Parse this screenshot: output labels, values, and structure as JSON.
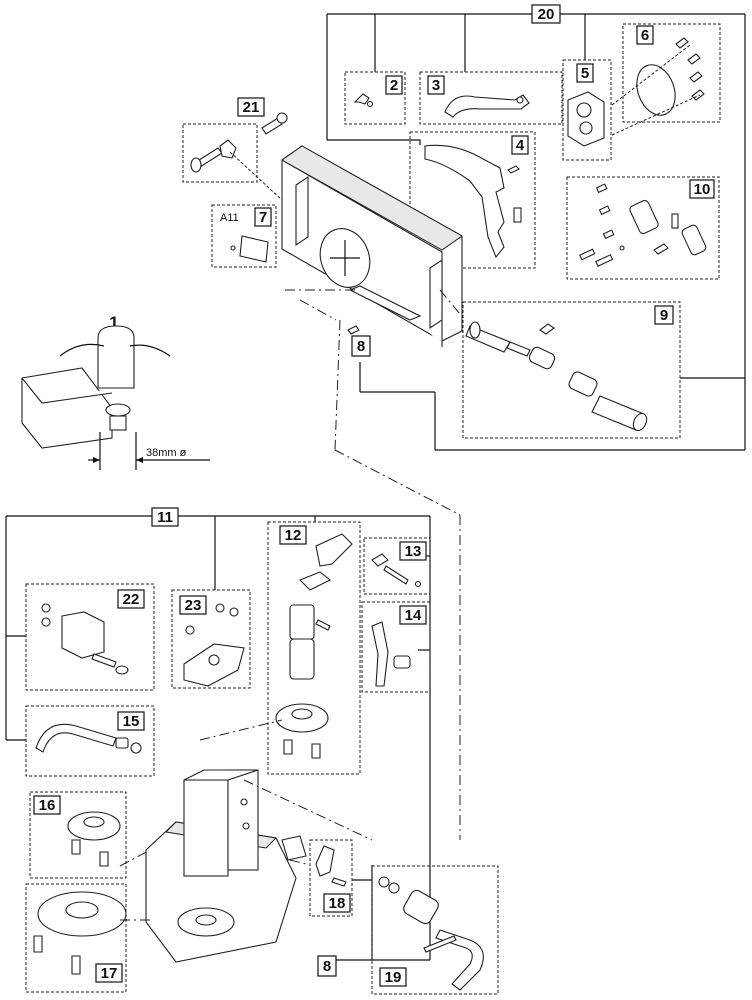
{
  "title_number": "1",
  "dimension_label": "38mm ø",
  "inset_label": "A11",
  "callouts": {
    "c20": "20",
    "c2": "2",
    "c3": "3",
    "c4": "4",
    "c5": "5",
    "c6": "6",
    "c7": "7",
    "c8a": "8",
    "c9": "9",
    "c10": "10",
    "c21": "21",
    "c11": "11",
    "c12": "12",
    "c13": "13",
    "c14": "14",
    "c15": "15",
    "c16": "16",
    "c17": "17",
    "c18": "18",
    "c19": "19",
    "c22": "22",
    "c23": "23",
    "c8b": "8"
  }
}
